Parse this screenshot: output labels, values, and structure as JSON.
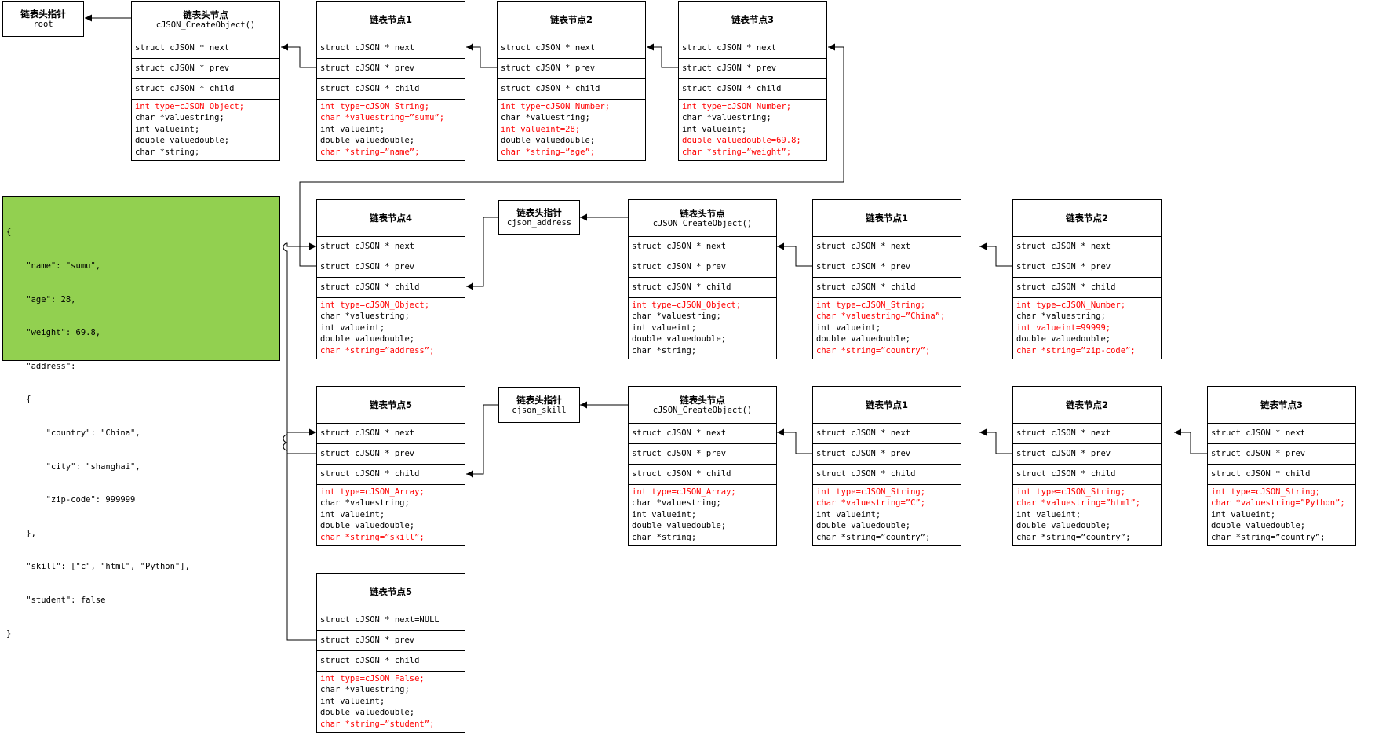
{
  "pointers": {
    "root": {
      "title": "链表头指针",
      "sub": "root"
    },
    "address": {
      "title": "链表头指针",
      "sub": "cjson_address"
    },
    "skill": {
      "title": "链表头指针",
      "sub": "cjson_skill"
    }
  },
  "nodes": {
    "root_head": {
      "title": "链表头节点",
      "sub": "cJSON_CreateObject()",
      "rows": [
        "struct cJSON * next",
        "struct cJSON * prev",
        "struct cJSON * child"
      ],
      "body": [
        {
          "text": "int type=cJSON_Object;",
          "red": true
        },
        {
          "text": "char *valuestring;",
          "red": false
        },
        {
          "text": "int valueint;",
          "red": false
        },
        {
          "text": "double valuedouble;",
          "red": false
        },
        {
          "text": "char *string;",
          "red": false
        }
      ]
    },
    "n1": {
      "title": "链表节点1",
      "sub": "",
      "rows": [
        "struct cJSON * next",
        "struct cJSON * prev",
        "struct cJSON * child"
      ],
      "body": [
        {
          "text": "int type=cJSON_String;",
          "red": true
        },
        {
          "text": "char *valuestring=”sumu”;",
          "red": true
        },
        {
          "text": "int valueint;",
          "red": false
        },
        {
          "text": "double valuedouble;",
          "red": false
        },
        {
          "text": "char *string=”name”;",
          "red": true
        }
      ]
    },
    "n2": {
      "title": "链表节点2",
      "sub": "",
      "rows": [
        "struct cJSON * next",
        "struct cJSON * prev",
        "struct cJSON * child"
      ],
      "body": [
        {
          "text": "int type=cJSON_Number;",
          "red": true
        },
        {
          "text": "char *valuestring;",
          "red": false
        },
        {
          "text": "int valueint=28;",
          "red": true
        },
        {
          "text": "double valuedouble;",
          "red": false
        },
        {
          "text": "char *string=”age”;",
          "red": true
        }
      ]
    },
    "n3": {
      "title": "链表节点3",
      "sub": "",
      "rows": [
        "struct cJSON * next",
        "struct cJSON * prev",
        "struct cJSON * child"
      ],
      "body": [
        {
          "text": "int type=cJSON_Number;",
          "red": true
        },
        {
          "text": "char *valuestring;",
          "red": false
        },
        {
          "text": "int valueint;",
          "red": false
        },
        {
          "text": "double valuedouble=69.8;",
          "red": true
        },
        {
          "text": "char *string=”weight”;",
          "red": true
        }
      ]
    },
    "n4": {
      "title": "链表节点4",
      "sub": "",
      "rows": [
        "struct cJSON * next",
        "struct cJSON * prev",
        "struct cJSON * child"
      ],
      "body": [
        {
          "text": "int type=cJSON_Object;",
          "red": true
        },
        {
          "text": "char *valuestring;",
          "red": false
        },
        {
          "text": "int valueint;",
          "red": false
        },
        {
          "text": "double valuedouble;",
          "red": false
        },
        {
          "text": "char *string=”address”;",
          "red": true
        }
      ]
    },
    "addr_head": {
      "title": "链表头节点",
      "sub": "cJSON_CreateObject()",
      "rows": [
        "struct cJSON * next",
        "struct cJSON * prev",
        "struct cJSON * child"
      ],
      "body": [
        {
          "text": "int type=cJSON_Object;",
          "red": true
        },
        {
          "text": "char *valuestring;",
          "red": false
        },
        {
          "text": "int valueint;",
          "red": false
        },
        {
          "text": "double valuedouble;",
          "red": false
        },
        {
          "text": "char *string;",
          "red": false
        }
      ]
    },
    "a1": {
      "title": "链表节点1",
      "sub": "",
      "rows": [
        "struct cJSON * next",
        "struct cJSON * prev",
        "struct cJSON * child"
      ],
      "body": [
        {
          "text": "int type=cJSON_String;",
          "red": true
        },
        {
          "text": "char *valuestring=”China”;",
          "red": true
        },
        {
          "text": "int valueint;",
          "red": false
        },
        {
          "text": "double valuedouble;",
          "red": false
        },
        {
          "text": "char *string=”country”;",
          "red": true
        }
      ]
    },
    "a2": {
      "title": "链表节点2",
      "sub": "",
      "rows": [
        "struct cJSON * next",
        "struct cJSON * prev",
        "struct cJSON * child"
      ],
      "body": [
        {
          "text": "int type=cJSON_Number;",
          "red": true
        },
        {
          "text": "char *valuestring;",
          "red": false
        },
        {
          "text": "int valueint=99999;",
          "red": true
        },
        {
          "text": "double valuedouble;",
          "red": false
        },
        {
          "text": "char *string=”zip-code”;",
          "red": true
        }
      ]
    },
    "n5": {
      "title": "链表节点5",
      "sub": "",
      "rows": [
        "struct cJSON * next",
        "struct cJSON * prev",
        "struct cJSON * child"
      ],
      "body": [
        {
          "text": "int type=cJSON_Array;",
          "red": true
        },
        {
          "text": "char *valuestring;",
          "red": false
        },
        {
          "text": "int valueint;",
          "red": false
        },
        {
          "text": "double valuedouble;",
          "red": false
        },
        {
          "text": "char *string=”skill”;",
          "red": true
        }
      ]
    },
    "skill_head": {
      "title": "链表头节点",
      "sub": "cJSON_CreateObject()",
      "rows": [
        "struct cJSON * next",
        "struct cJSON * prev",
        "struct cJSON * child"
      ],
      "body": [
        {
          "text": "int type=cJSON_Array;",
          "red": true
        },
        {
          "text": "char *valuestring;",
          "red": false
        },
        {
          "text": "int valueint;",
          "red": false
        },
        {
          "text": "double valuedouble;",
          "red": false
        },
        {
          "text": "char *string;",
          "red": false
        }
      ]
    },
    "s1": {
      "title": "链表节点1",
      "sub": "",
      "rows": [
        "struct cJSON * next",
        "struct cJSON * prev",
        "struct cJSON * child"
      ],
      "body": [
        {
          "text": "int type=cJSON_String;",
          "red": true
        },
        {
          "text": "char *valuestring=”C”;",
          "red": true
        },
        {
          "text": "int valueint;",
          "red": false
        },
        {
          "text": "double valuedouble;",
          "red": false
        },
        {
          "text": "char *string=”country”;",
          "red": false
        }
      ]
    },
    "s2": {
      "title": "链表节点2",
      "sub": "",
      "rows": [
        "struct cJSON * next",
        "struct cJSON * prev",
        "struct cJSON * child"
      ],
      "body": [
        {
          "text": "int type=cJSON_String;",
          "red": true
        },
        {
          "text": "char *valuestring=”html”;",
          "red": true
        },
        {
          "text": "int valueint;",
          "red": false
        },
        {
          "text": "double valuedouble;",
          "red": false
        },
        {
          "text": "char *string=”country”;",
          "red": false
        }
      ]
    },
    "s3": {
      "title": "链表节点3",
      "sub": "",
      "rows": [
        "struct cJSON * next",
        "struct cJSON * prev",
        "struct cJSON * child"
      ],
      "body": [
        {
          "text": "int type=cJSON_String;",
          "red": true
        },
        {
          "text": "char *valuestring=”Python”;",
          "red": true
        },
        {
          "text": "int valueint;",
          "red": false
        },
        {
          "text": "double valuedouble;",
          "red": false
        },
        {
          "text": "char *string=”country”;",
          "red": false
        }
      ]
    },
    "n6": {
      "title": "链表节点5",
      "sub": "",
      "rows": [
        "struct cJSON * next=NULL",
        "struct cJSON * prev",
        "struct cJSON * child"
      ],
      "body": [
        {
          "text": "int type=cJSON_False;",
          "red": true
        },
        {
          "text": "char *valuestring;",
          "red": false
        },
        {
          "text": "int valueint;",
          "red": false
        },
        {
          "text": "double valuedouble;",
          "red": false
        },
        {
          "text": "char *string=”student”;",
          "red": true
        }
      ]
    }
  },
  "json_text": [
    "{",
    "    \"name\": \"sumu\",",
    "    \"age\": 28,",
    "    \"weight\": 69.8,",
    "    \"address\":",
    "    {",
    "        \"country\": \"China\",",
    "        \"city\": \"shanghai\",",
    "        \"zip-code\": 999999",
    "    },",
    "    \"skill\": [\"c\", \"html\", \"Python\"],",
    "    \"student\": false",
    "}"
  ],
  "colors": {
    "json_bg": "#92d050",
    "highlight_text": "#ff0000",
    "line": "#000000"
  }
}
